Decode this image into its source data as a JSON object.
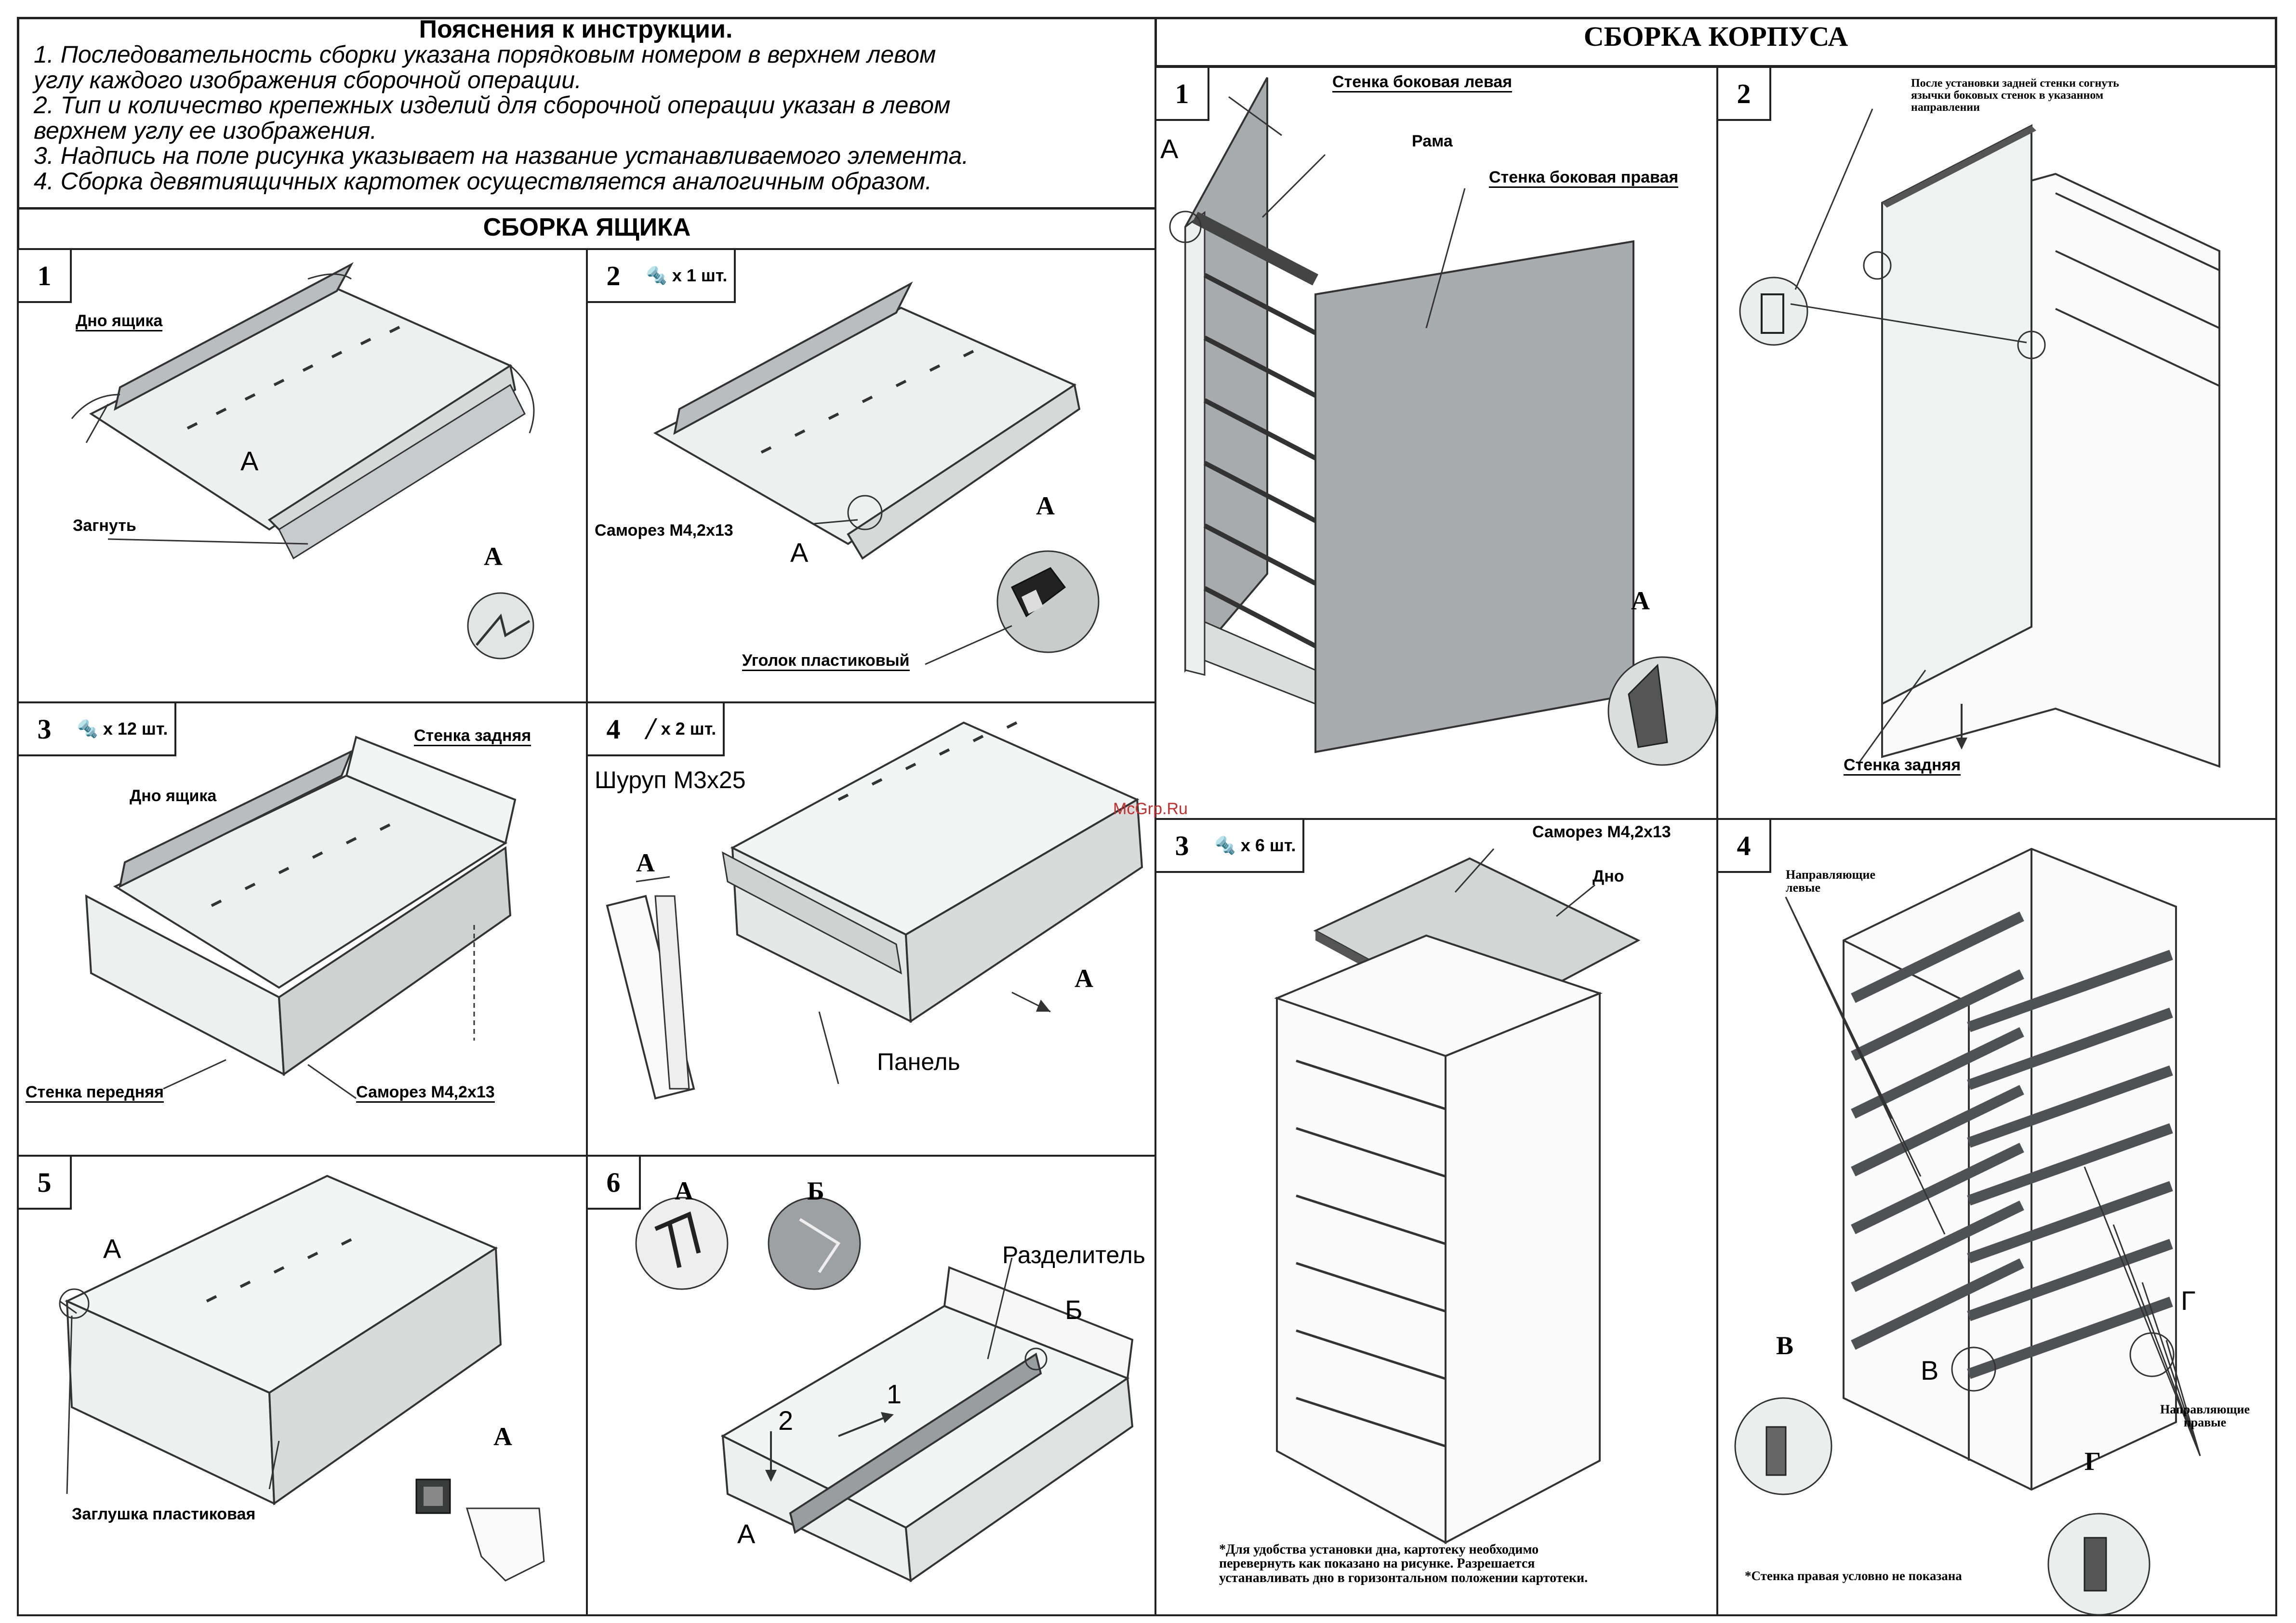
{
  "notes": {
    "title": "Пояснения к инструкции.",
    "lines": [
      "1. Последовательность сборки указана порядковым номером в верхнем левом",
      "углу каждого изображения сборочной операции.",
      "2. Тип и количество крепежных изделий для сборочной операции указан в левом",
      "верхнем углу ее изображения.",
      "3. Надпись на поле рисунка указывает на название устанавливаемого элемента.",
      "4. Сборка девятиящичных картотек осуществляется аналогичным образом."
    ]
  },
  "drawer_section": {
    "title": "СБОРКА ЯЩИКА",
    "steps": [
      {
        "num": "1",
        "labels": {
          "bottom": "Дно ящика",
          "a": "А",
          "bend": "Загнуть",
          "detail_a": "А"
        }
      },
      {
        "num": "2",
        "fastener": "x 1 шт.",
        "labels": {
          "screw": "Саморез М4,2х13",
          "a": "А",
          "detail_a": "А",
          "corner": "Уголок пластиковый"
        }
      },
      {
        "num": "3",
        "fastener": "x 12 шт.",
        "labels": {
          "back": "Стенка задняя",
          "bottom": "Дно ящика",
          "front": "Стенка передняя",
          "screw": "Саморез М4,2х13"
        }
      },
      {
        "num": "4",
        "fastener": "x 2 шт.",
        "labels": {
          "screw": "Шуруп М3х25",
          "a": "А",
          "a2": "А",
          "panel": "Панель"
        }
      },
      {
        "num": "5",
        "labels": {
          "a": "А",
          "detail_a": "А",
          "cap": "Заглушка пластиковая"
        }
      },
      {
        "num": "6",
        "labels": {
          "a": "А",
          "b": "Б",
          "divider": "Разделитель",
          "b2": "Б",
          "one": "1",
          "two": "2",
          "a2": "А"
        }
      }
    ]
  },
  "body_section": {
    "title": "СБОРКА КОРПУСА",
    "steps": [
      {
        "num": "1",
        "labels": {
          "left": "Стенка боковая левая",
          "frame": "Рама",
          "right": "Стенка боковая правая",
          "a": "А",
          "detail_a": "А"
        }
      },
      {
        "num": "2",
        "labels": {
          "note": "После установки задней стенки согнуть язычки боковых стенок в указанном направлении",
          "back": "Стенка задняя"
        }
      },
      {
        "num": "3",
        "fastener": "x 6 шт.",
        "labels": {
          "screw": "Саморез М4,2х13",
          "bottom": "Дно",
          "note": "*Для удобства установки дна, картотеку необходимо перевернуть как показано на рисунке. Разрешается устанавливать дно в горизонтальном положении картотеки."
        }
      },
      {
        "num": "4",
        "labels": {
          "left_guides": "Направляющие левые",
          "right_guides": "Направляющие правые",
          "v": "В",
          "v2": "В",
          "g": "Г",
          "g2": "Г",
          "note": "*Стенка правая условно не показана"
        }
      }
    ]
  },
  "watermark": "McGrp.Ru"
}
